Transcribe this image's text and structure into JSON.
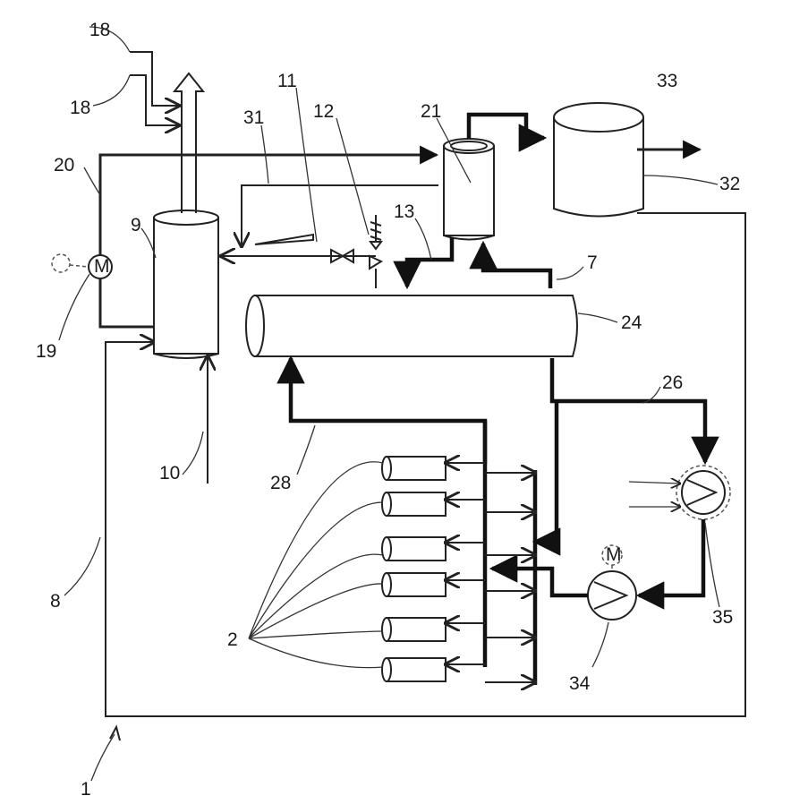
{
  "labels": {
    "l1": "1",
    "l2": "2",
    "l7": "7",
    "l8": "8",
    "l9": "9",
    "l10": "10",
    "l11": "11",
    "l12": "12",
    "l13": "13",
    "l18a": "18",
    "l18b": "18",
    "l19": "19",
    "l20": "20",
    "l21": "21",
    "l24": "24",
    "l26": "26",
    "l28": "28",
    "l31": "31",
    "l32": "32",
    "l33": "33",
    "l34": "34",
    "l35": "35",
    "motor19": "M",
    "motor34": "M"
  }
}
